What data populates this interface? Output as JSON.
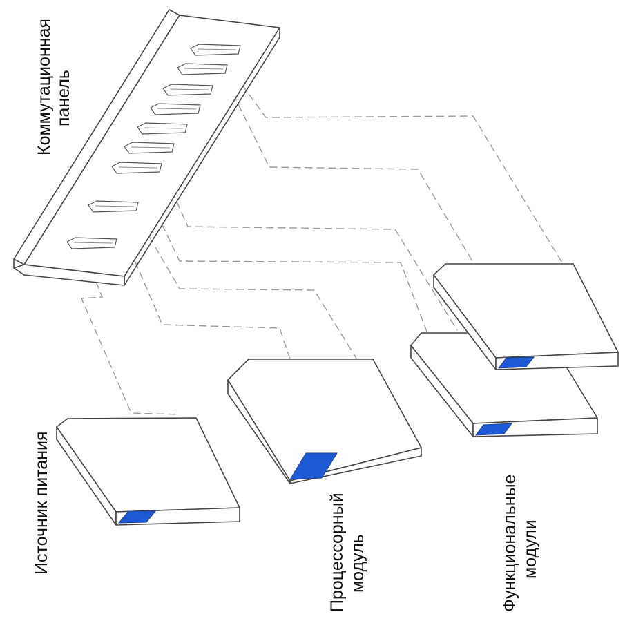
{
  "labels": {
    "switch_panel": [
      "Коммутационная",
      "панель"
    ],
    "power_supply": [
      "Источник питания"
    ],
    "processor_module": [
      "Процессорный",
      "модуль"
    ],
    "function_modules": [
      "Функциональные",
      "модули"
    ]
  },
  "colors": {
    "indicator": "#1f5ad6",
    "outline": "#454545",
    "dashed_link": "#9a9a9a"
  }
}
